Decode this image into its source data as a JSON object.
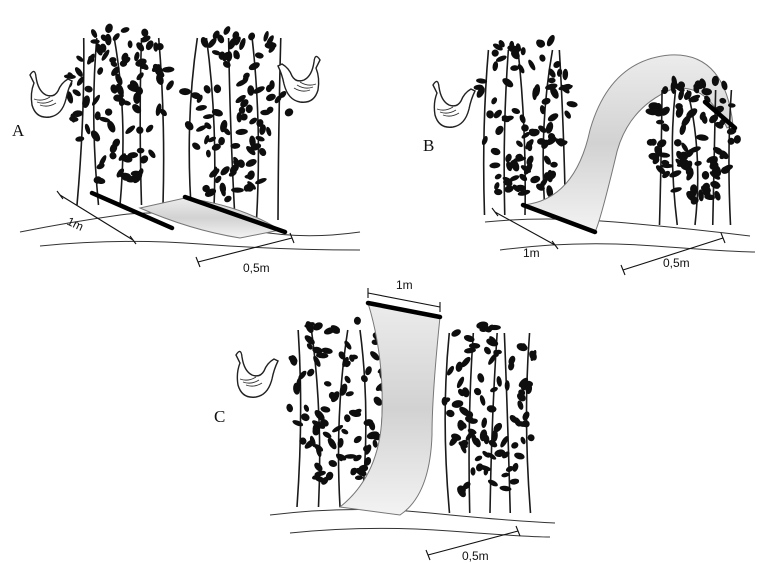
{
  "figure": {
    "panels": [
      {
        "label": "A",
        "dim_row": "1m",
        "dim_gap": "0,5m"
      },
      {
        "label": "B",
        "dim_row": "1m",
        "dim_gap": "0,5m"
      },
      {
        "label": "C",
        "dim_top": "1m",
        "dim_gap": "0,5m"
      }
    ]
  }
}
